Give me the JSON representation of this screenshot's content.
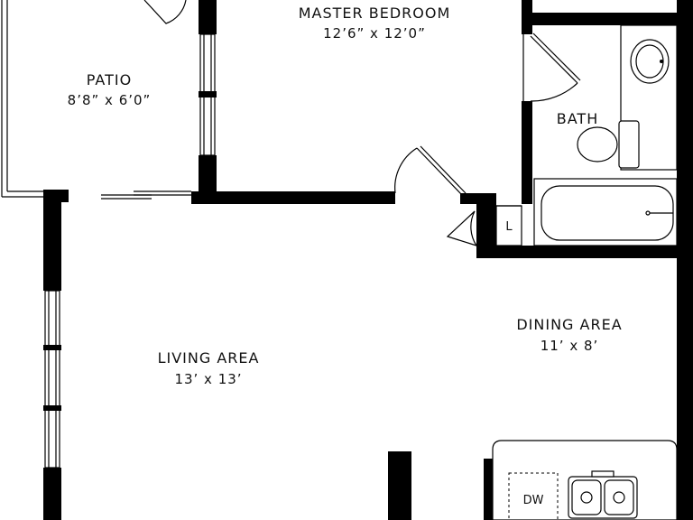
{
  "rooms": {
    "master_bedroom": {
      "name": "MASTER BEDROOM",
      "size": "12’6” x 12’0”"
    },
    "patio": {
      "name": "PATIO",
      "size": "8’8” x 6’0”"
    },
    "bath": {
      "name": "BATH"
    },
    "living_area": {
      "name": "LIVING AREA",
      "size": "13’ x 13’"
    },
    "dining_area": {
      "name": "DINING AREA",
      "size": "11’ x 8’"
    }
  },
  "fixtures": {
    "linen_closet": "L",
    "dishwasher": "DW"
  }
}
